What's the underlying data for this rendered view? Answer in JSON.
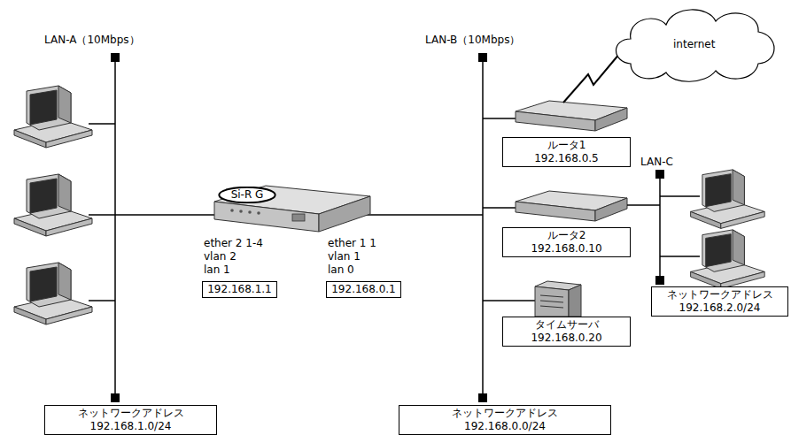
{
  "diagram": {
    "nodes": [
      {
        "text": [
          "ネットワークアドレス",
          "192.168.1.0/24"
        ]
      },
      {
        "text": [
          "192.168.1.1"
        ]
      },
      {
        "text": [
          "192.168.0.1"
        ]
      },
      {
        "text": [
          "ルータ1",
          "192.168.0.5"
        ]
      },
      {
        "text": [
          "ルータ2",
          "192.168.0.10"
        ]
      },
      {
        "text": [
          "タイムサーバ",
          "192.168.0.20"
        ]
      },
      {
        "text": [
          "ネットワークアドレス",
          "192.168.2.0/24"
        ]
      },
      {
        "text": [
          "ネットワークアドレス",
          "192.168.0.0/24"
        ]
      },
      {
        "text": [
          "Si-R G"
        ]
      }
    ],
    "labels": [
      "LAN-A（10Mbps）",
      "LAN-B（10Mbps）",
      "internet",
      "LAN-C",
      "ether 2 1-4",
      "vlan 2",
      "lan 1",
      "ether 1 1",
      "vlan 1",
      "lan 0"
    ]
  }
}
